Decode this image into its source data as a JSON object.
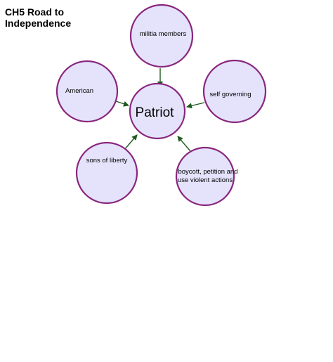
{
  "title": {
    "line1": "CH5 Road to",
    "line2": "Independence"
  },
  "colors": {
    "node_fill": "#e4e3fb",
    "node_stroke": "#8a267e",
    "arrow": "#1e5a1e"
  },
  "diagram": {
    "center": {
      "label": "Patriot"
    },
    "nodes": [
      {
        "id": "militia",
        "lines": [
          "militia members"
        ]
      },
      {
        "id": "american",
        "lines": [
          "American"
        ]
      },
      {
        "id": "self-governing",
        "lines": [
          "self governing"
        ]
      },
      {
        "id": "sons-of-liberty",
        "lines": [
          "sons of liberty"
        ]
      },
      {
        "id": "boycott",
        "lines": [
          "boycott, petition and",
          "use violent actions"
        ]
      }
    ]
  }
}
